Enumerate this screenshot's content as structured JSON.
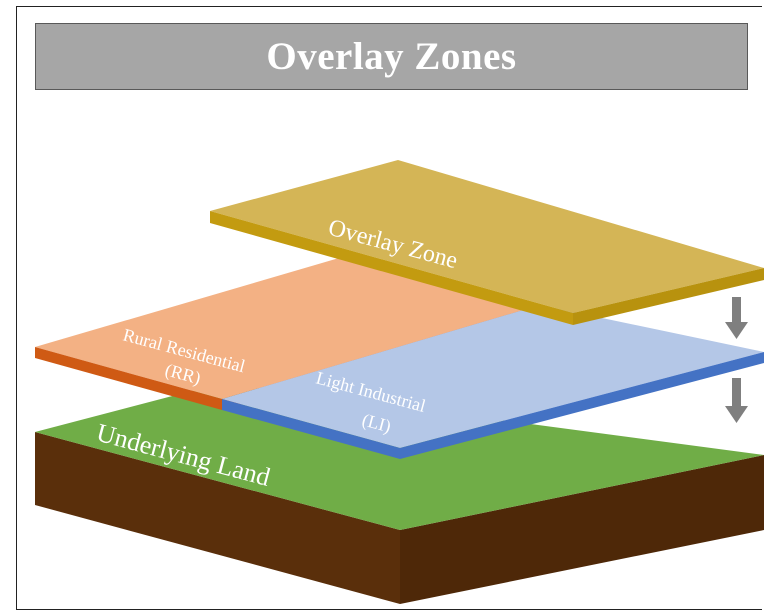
{
  "title": "Overlay Zones",
  "layers": {
    "overlay": {
      "label": "Overlay Zone",
      "top_color": "#d4b556",
      "edge_color": "#c39b10"
    },
    "rural": {
      "label_line1": "Rural Residential",
      "label_line2": "(RR)",
      "top_color": "#f3b184",
      "edge_color": "#cf5a14"
    },
    "industrial": {
      "label_line1": "Light Industrial",
      "label_line2": "(LI)",
      "top_color": "#b4c7e7",
      "edge_color": "#4472c4"
    },
    "land": {
      "label": "Underlying Land",
      "top_color": "#70ad47",
      "side_color": "#5a2f0b"
    }
  },
  "arrow_color": "#7f7f7f",
  "icons": [
    "down-arrow-icon",
    "down-arrow-icon"
  ]
}
